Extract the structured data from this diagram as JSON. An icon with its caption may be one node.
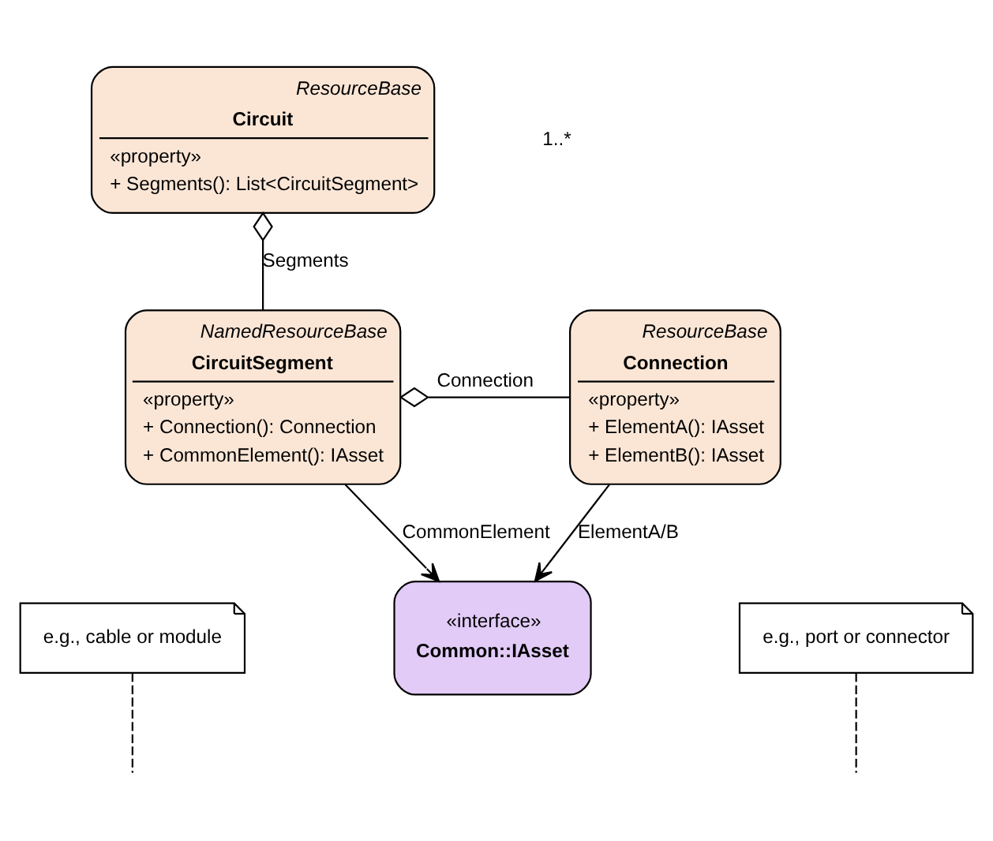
{
  "diagram": {
    "nodes": [
      {
        "text": [
          "ResourceBase",
          "Circuit",
          "«property»",
          "+ Segments(): List<CircuitSegment>"
        ]
      },
      {
        "text": [
          "NamedResourceBase",
          "CircuitSegment",
          "«property»",
          "+ Connection(): Connection",
          "+ CommonElement(): IAsset"
        ]
      },
      {
        "text": [
          "ResourceBase",
          "Connection",
          "«property»",
          "+ ElementA(): IAsset",
          "+ ElementB(): IAsset"
        ]
      },
      {
        "text": [
          "e.g., cable or module"
        ]
      },
      {
        "text": [
          "«interface»",
          "Common::IAsset"
        ]
      },
      {
        "text": [
          "e.g., port or connector"
        ]
      }
    ],
    "edges": [
      {
        "from": 0,
        "to": 1,
        "arrow": "other",
        "label": "Segments"
      },
      {
        "from": 1,
        "to": 2,
        "arrow": "other",
        "label": "Connection"
      },
      {
        "from": 1,
        "to": 4,
        "arrow": "to",
        "label": "CommonElement"
      },
      {
        "from": 2,
        "to": 4,
        "arrow": "to",
        "label": "ElementA/B"
      },
      {
        "from": 3,
        "to": null,
        "arrow": "none",
        "style": "dashed"
      },
      {
        "from": 5,
        "to": null,
        "arrow": "none",
        "style": "dashed"
      }
    ],
    "labels": [
      "1..*"
    ]
  }
}
